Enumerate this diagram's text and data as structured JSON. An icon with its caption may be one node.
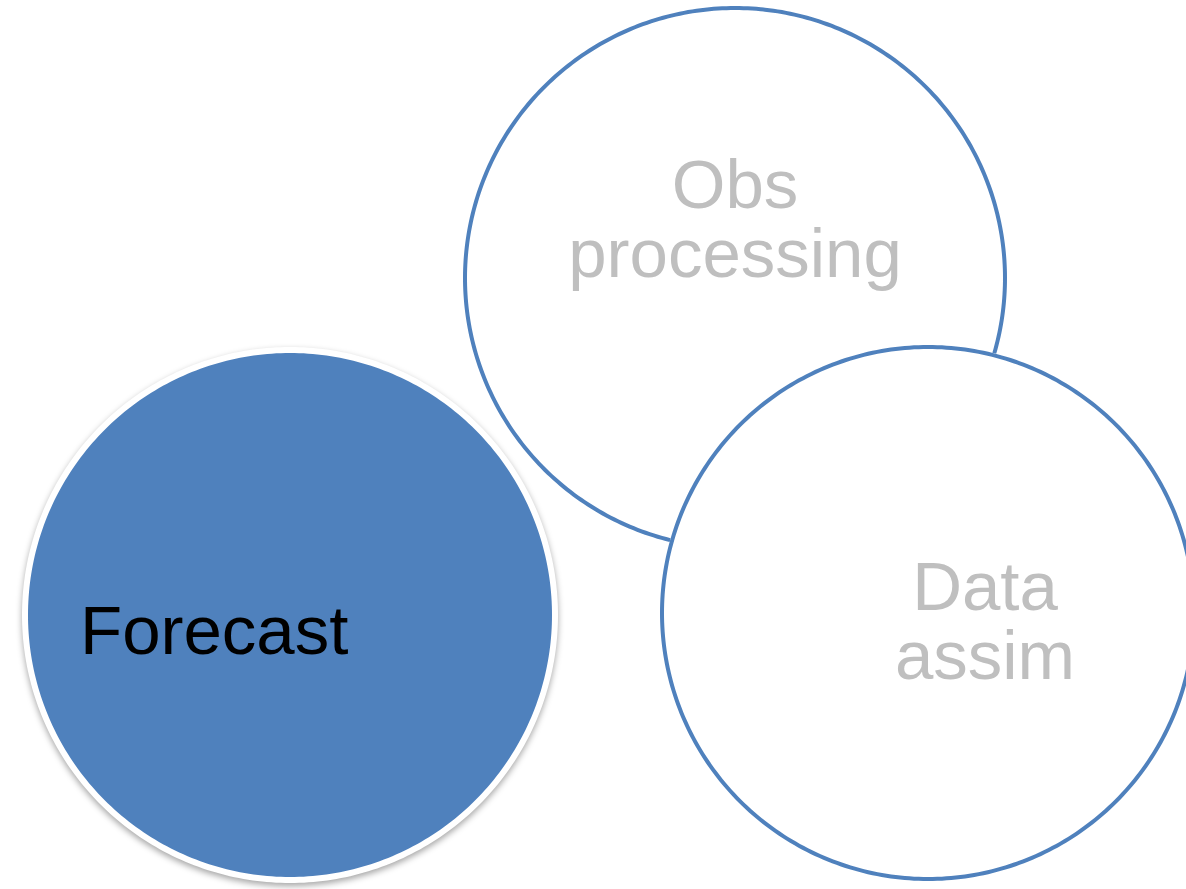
{
  "diagram": {
    "nodes": [
      {
        "text": [
          "Obs processing"
        ]
      },
      {
        "text": [
          "Data assim"
        ]
      },
      {
        "text": [
          "Forecast"
        ]
      }
    ]
  }
}
